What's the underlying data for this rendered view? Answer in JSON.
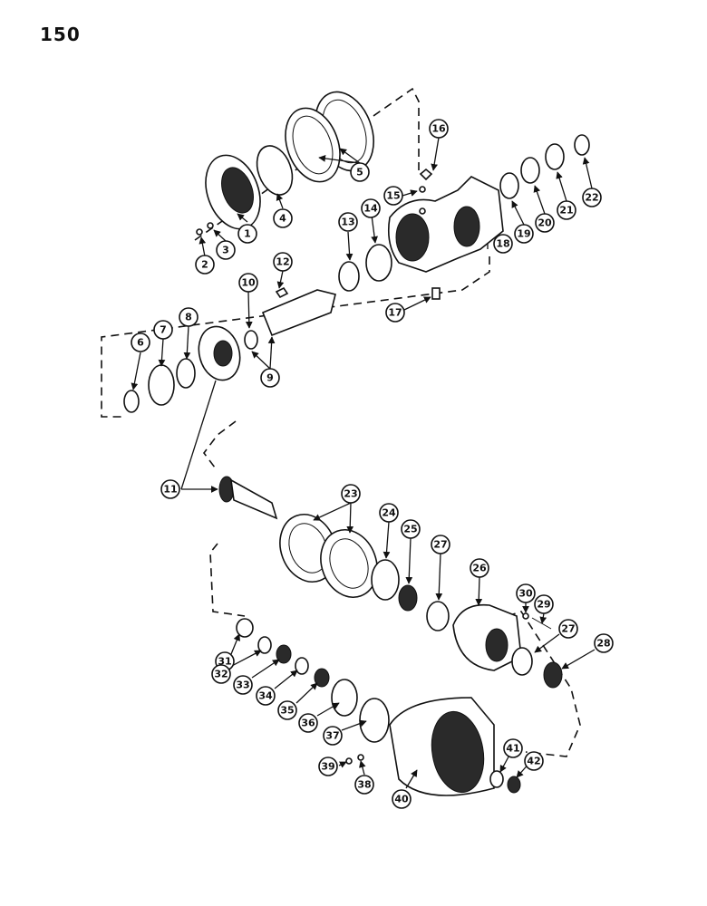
{
  "page": {
    "number": "150"
  },
  "callouts": [
    "1",
    "2",
    "3",
    "4",
    "5",
    "6",
    "7",
    "8",
    "9",
    "10",
    "11",
    "12",
    "13",
    "14",
    "15",
    "16",
    "17",
    "18",
    "19",
    "20",
    "21",
    "22",
    "23",
    "24",
    "25",
    "26",
    "27",
    "28",
    "29",
    "30",
    "31",
    "32",
    "33",
    "34",
    "35",
    "36",
    "37",
    "38",
    "39",
    "40",
    "41",
    "42"
  ]
}
